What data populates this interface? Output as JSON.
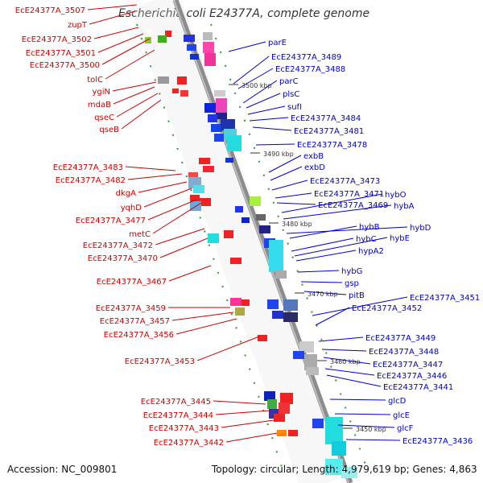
{
  "header": {
    "title": "Escherichia coli E24377A, complete genome"
  },
  "footer": {
    "accession": "Accession: NC_009801",
    "summary": "Topology: circular; Length: 4,979,619 bp; Genes: 4,863"
  },
  "colors": {
    "left_labels": "#cc0000",
    "right_labels": "#0000cc",
    "forward_genes": "#ff0000",
    "reverse_genes": "#0000ff",
    "backbone": "#888888",
    "ticks": "#339933"
  },
  "scale": {
    "ticks": [
      "3500 kbp",
      "3490 kbp",
      "3480 kbp",
      "3470 kbp",
      "3460 kbp",
      "3450 kbp"
    ]
  },
  "left_labels": [
    "EcE24377A_3507",
    "zupT",
    "EcE24377A_3502",
    "EcE24377A_3501",
    "EcE24377A_3500",
    "tolC",
    "ygiN",
    "mdaB",
    "qseC",
    "qseB",
    "EcE24377A_3483",
    "EcE24377A_3482",
    "dkgA",
    "yqhD",
    "EcE24377A_3477",
    "metC",
    "EcE24377A_3472",
    "EcE24377A_3470",
    "EcE24377A_3467",
    "EcE24377A_3459",
    "EcE24377A_3457",
    "EcE24377A_3456",
    "EcE24377A_3453",
    "EcE24377A_3445",
    "EcE24377A_3444",
    "EcE24377A_3443",
    "EcE24377A_3442"
  ],
  "right_labels": [
    "parE",
    "EcE24377A_3489",
    "EcE24377A_3488",
    "parC",
    "plsC",
    "sufI",
    "EcE24377A_3484",
    "EcE24377A_3481",
    "EcE24377A_3478",
    "exbB",
    "exbD",
    "EcE24377A_3473",
    "EcE24377A_3471",
    "hybO",
    "EcE24377A_3469",
    "hybA",
    "hybD",
    "hybB",
    "hybC",
    "hybE",
    "hypA2",
    "hybG",
    "gsp",
    "pitB",
    "EcE24377A_3451",
    "EcE24377A_3452",
    "EcE24377A_3449",
    "EcE24377A_3448",
    "EcE24377A_3447",
    "EcE24377A_3446",
    "EcE24377A_3441",
    "glcD",
    "glcE",
    "glcF",
    "EcE24377A_3436"
  ]
}
